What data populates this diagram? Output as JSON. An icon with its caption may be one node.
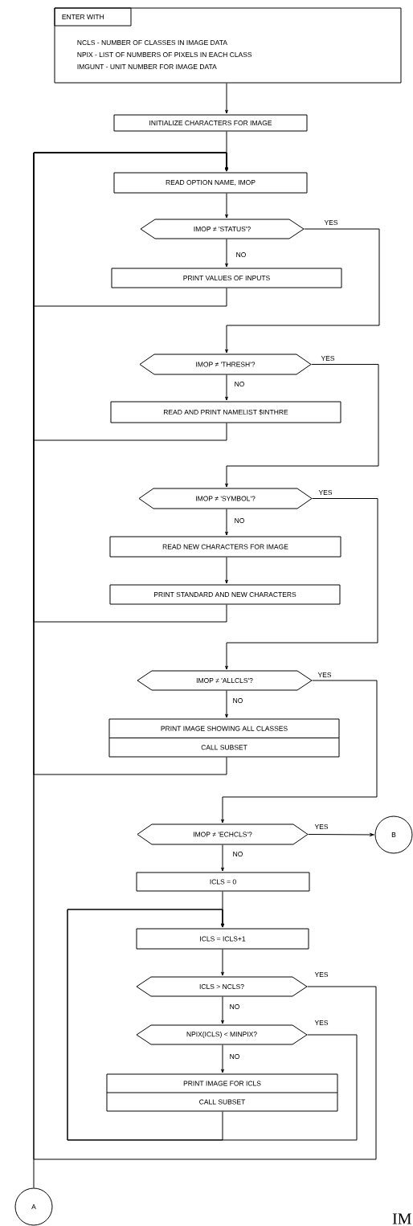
{
  "diagram": {
    "nodes": [
      {
        "text": [
          "ENTER WITH",
          "NCLS - NUMBER OF CLASSES IN IMAGE DATA",
          "NPIX - LIST OF NUMBERS OF PIXELS IN EACH CLASS",
          "IMGUNT - UNIT NUMBER FOR IMAGE DATA"
        ]
      },
      {
        "text": [
          "INITIALIZE CHARACTERS FOR IMAGE"
        ]
      },
      {
        "text": [
          "READ OPTION NAME, IMOP"
        ]
      },
      {
        "text": [
          "IMOP ≠ 'STATUS'?"
        ]
      },
      {
        "text": [
          "PRINT VALUES OF INPUTS"
        ]
      },
      {
        "text": [
          "IMOP ≠ 'THRESH'?"
        ]
      },
      {
        "text": [
          "READ AND PRINT NAMELIST $INTHRE"
        ]
      },
      {
        "text": [
          "IMOP ≠ 'SYMBOL'?"
        ]
      },
      {
        "text": [
          "READ NEW CHARACTERS FOR IMAGE"
        ]
      },
      {
        "text": [
          "PRINT STANDARD AND NEW CHARACTERS"
        ]
      },
      {
        "text": [
          "IMOP ≠ 'ALLCLS'?"
        ]
      },
      {
        "text": [
          "PRINT IMAGE SHOWING ALL CLASSES",
          "CALL SUBSET"
        ]
      },
      {
        "text": [
          "IMOP ≠ 'ECHCLS'?"
        ]
      },
      {
        "text": [
          "B"
        ]
      },
      {
        "text": [
          "ICLS = 0"
        ]
      },
      {
        "text": [
          "ICLS = ICLS+1"
        ]
      },
      {
        "text": [
          "ICLS > NCLS?"
        ]
      },
      {
        "text": [
          "NPIX(ICLS) < MINPIX?"
        ]
      },
      {
        "text": [
          "PRINT IMAGE FOR ICLS",
          "CALL SUBSET"
        ]
      },
      {
        "text": [
          "A"
        ]
      }
    ],
    "edges": [
      {
        "from": 0,
        "to": 1,
        "arrow": "to"
      },
      {
        "from": 1,
        "to": 2,
        "arrow": "to"
      },
      {
        "from": 2,
        "to": 3,
        "arrow": "to"
      },
      {
        "from": 3,
        "to": 4,
        "arrow": "to",
        "label": "NO"
      },
      {
        "from": 4,
        "to": 2,
        "arrow": "to"
      },
      {
        "from": 3,
        "to": 5,
        "arrow": "to",
        "label": "YES"
      },
      {
        "from": 5,
        "to": 6,
        "arrow": "to",
        "label": "NO"
      },
      {
        "from": 6,
        "to": 2,
        "arrow": "to"
      },
      {
        "from": 5,
        "to": 7,
        "arrow": "to",
        "label": "YES"
      },
      {
        "from": 7,
        "to": 8,
        "arrow": "to",
        "label": "NO"
      },
      {
        "from": 8,
        "to": 9,
        "arrow": "to"
      },
      {
        "from": 9,
        "to": 2,
        "arrow": "to"
      },
      {
        "from": 7,
        "to": 10,
        "arrow": "to",
        "label": "YES"
      },
      {
        "from": 10,
        "to": 11,
        "arrow": "to",
        "label": "NO"
      },
      {
        "from": 11,
        "to": 2,
        "arrow": "to"
      },
      {
        "from": 10,
        "to": 12,
        "arrow": "to",
        "label": "YES"
      },
      {
        "from": 12,
        "to": 13,
        "arrow": "to",
        "label": "YES"
      },
      {
        "from": 12,
        "to": 14,
        "arrow": "to",
        "label": "NO"
      },
      {
        "from": 14,
        "to": 15,
        "arrow": "to"
      },
      {
        "from": 15,
        "to": 16,
        "arrow": "to"
      },
      {
        "from": 16,
        "to": 17,
        "arrow": "to",
        "label": "NO"
      },
      {
        "from": 16,
        "to": 2,
        "arrow": "to",
        "label": "YES"
      },
      {
        "from": 17,
        "to": 18,
        "arrow": "to",
        "label": "NO"
      },
      {
        "from": 17,
        "to": 15,
        "arrow": "to",
        "label": "YES"
      },
      {
        "from": 18,
        "to": 15,
        "arrow": "to"
      },
      {
        "from": 19,
        "to": 2,
        "arrow": "to"
      }
    ],
    "labels": [
      "IM"
    ]
  }
}
